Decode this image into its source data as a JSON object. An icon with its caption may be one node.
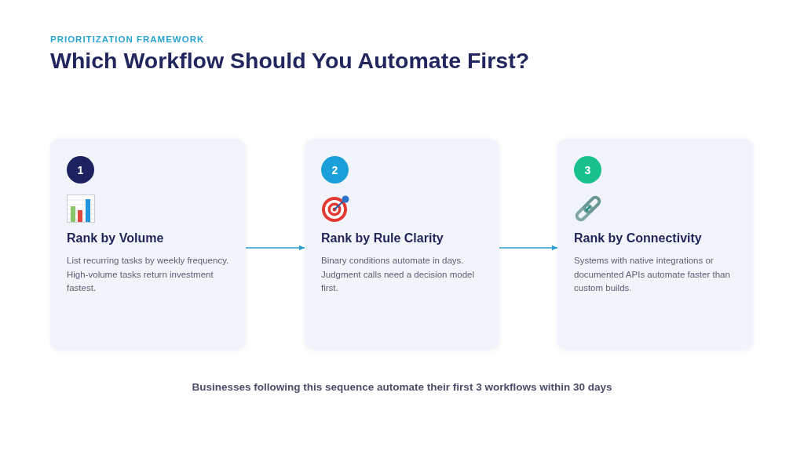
{
  "diagram": {
    "title": "Which Workflow Should You Automate First?",
    "caption": "Businesses following this sequence automate their first 3 workflows within 30 days",
    "nodes": [
      {
        "text": [
          "Rank by Volume",
          "List recurring tasks by weekly frequency. High-volume tasks return investment fastest."
        ]
      },
      {
        "text": [
          "1"
        ],
        "in": 0
      },
      {
        "text": [
          "Rank by Rule Clarity",
          "Binary conditions automate in days. Judgment calls need a decision model first."
        ]
      },
      {
        "text": [
          "2"
        ],
        "in": 2
      },
      {
        "text": [
          "Rank by Connectivity",
          "Systems with native integrations or documented APIs automate faster than custom builds."
        ]
      },
      {
        "text": [
          "3"
        ],
        "in": 4
      }
    ],
    "edges": [
      {
        "from": 0,
        "to": 2,
        "arrow": "to"
      },
      {
        "from": 2,
        "to": 4,
        "arrow": "to"
      }
    ],
    "labels": [
      "PRIORITIZATION FRAMEWORK"
    ]
  }
}
